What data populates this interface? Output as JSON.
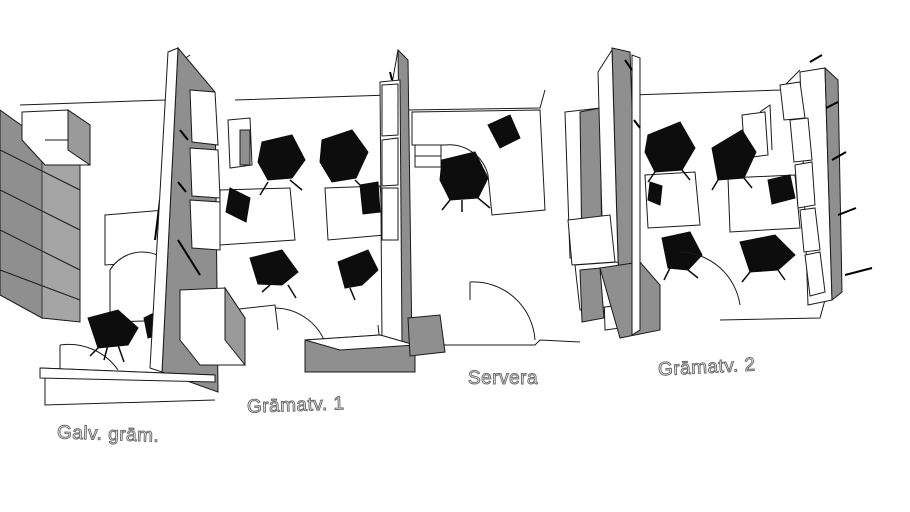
{
  "rooms": [
    {
      "id": "galv",
      "label": "Galv. grām."
    },
    {
      "id": "gram1",
      "label": "Grāmatv. 1"
    },
    {
      "id": "servera",
      "label": "Servera"
    },
    {
      "id": "gram2",
      "label": "Grāmatv. 2"
    }
  ],
  "colors": {
    "wall_top": "#ffffff",
    "wall_side": "#8f8f8f",
    "wall_dark": "#6b6b6b",
    "outline": "#1a1a1a",
    "chair": "#0d0d0d",
    "floor": "#ffffff"
  }
}
